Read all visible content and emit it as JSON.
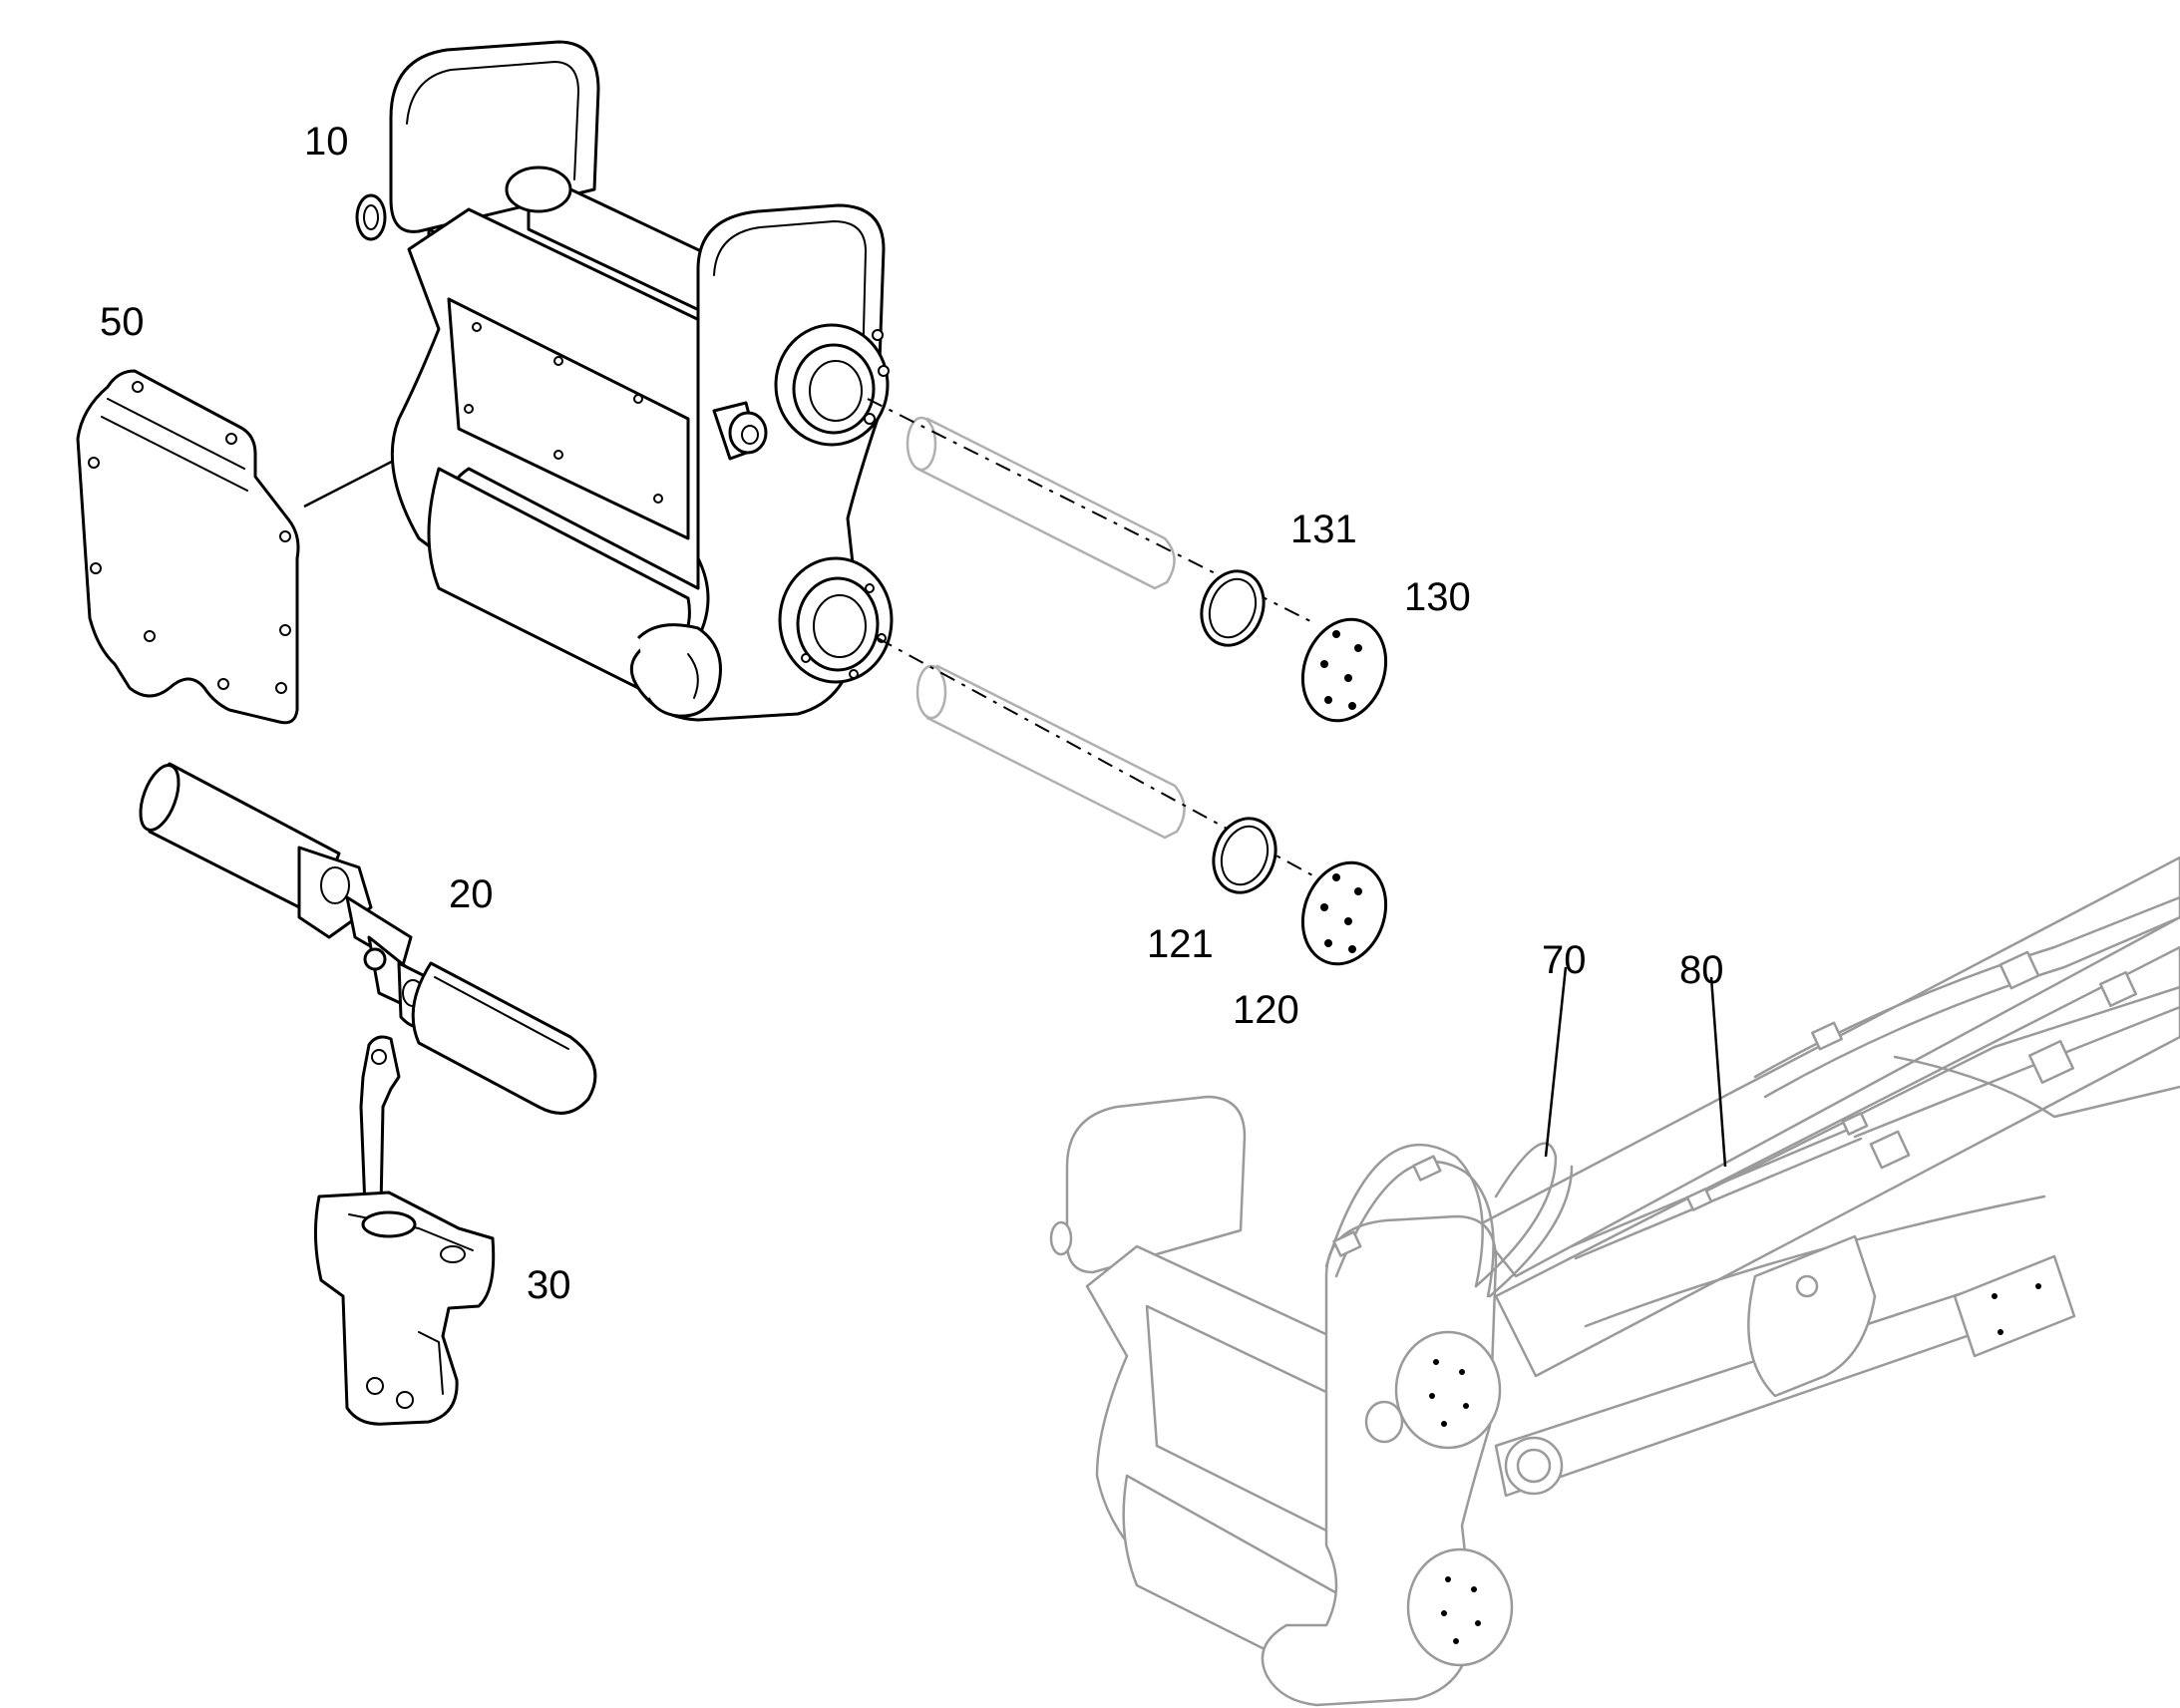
{
  "callouts": {
    "c10": "10",
    "c20": "20",
    "c30": "30",
    "c50": "50",
    "c70": "70",
    "c80": "80",
    "c120": "120",
    "c121": "121",
    "c130": "130",
    "c131": "131"
  }
}
